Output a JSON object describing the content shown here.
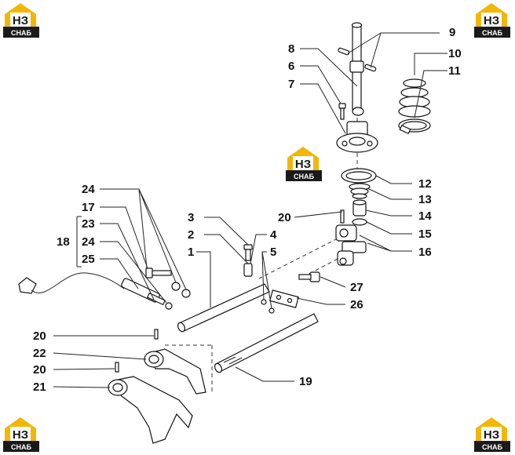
{
  "logo": {
    "mark": "НЗ",
    "caption": "СНАБ",
    "color_house": "#f2b705",
    "color_mark": "#1a1a1a"
  },
  "callouts": [
    "9",
    "8",
    "6",
    "7",
    "10",
    "11",
    "12",
    "13",
    "14",
    "15",
    "16",
    "20",
    "3",
    "2",
    "4",
    "5",
    "1",
    "24",
    "17",
    "23",
    "24",
    "25",
    "18",
    "27",
    "26",
    "20",
    "22",
    "20",
    "21",
    "19"
  ]
}
